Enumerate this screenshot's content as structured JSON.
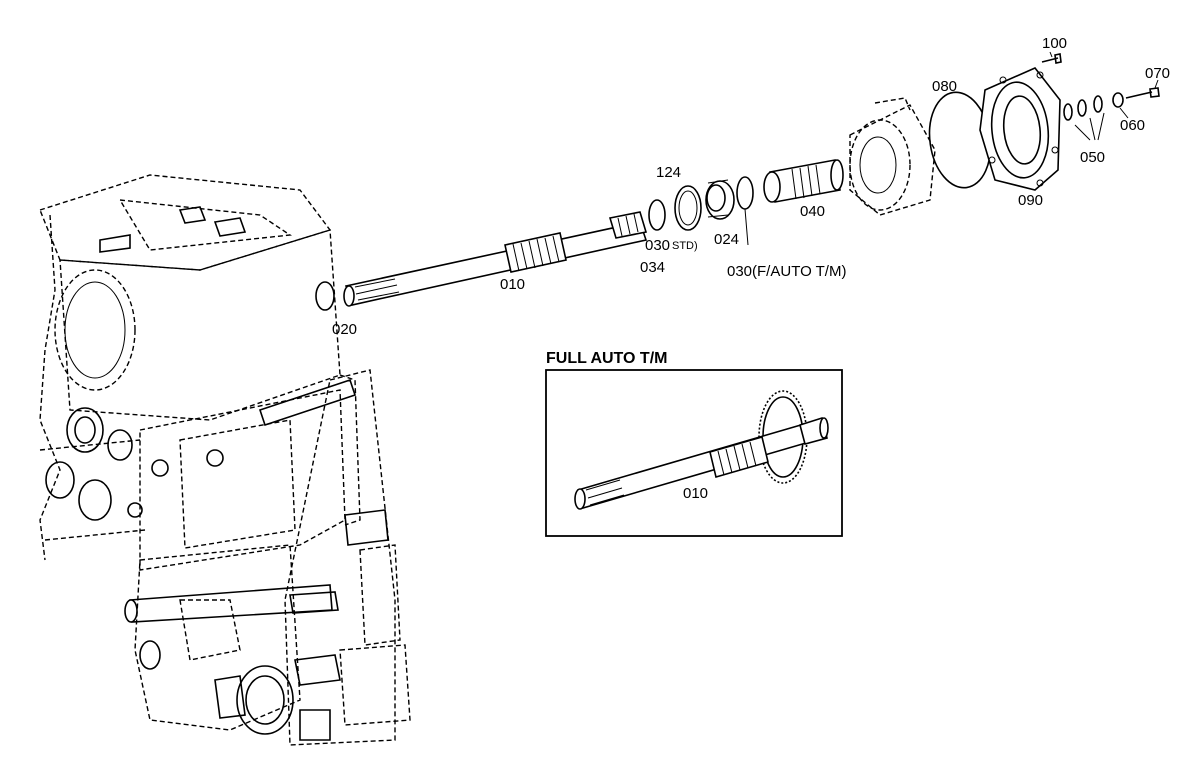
{
  "labels": {
    "p100": "100",
    "p070": "070",
    "p080": "080",
    "p060": "060",
    "p050": "050",
    "p090": "090",
    "p124": "124",
    "p040": "040",
    "p030_std": "030",
    "p030_std_suffix": "STD)",
    "p024": "024",
    "p034": "034",
    "p030_auto": "030(F/AUTO T/M)",
    "p010": "010",
    "p020": "020",
    "inset_010": "010"
  },
  "inset": {
    "title": "FULL AUTO T/M"
  }
}
